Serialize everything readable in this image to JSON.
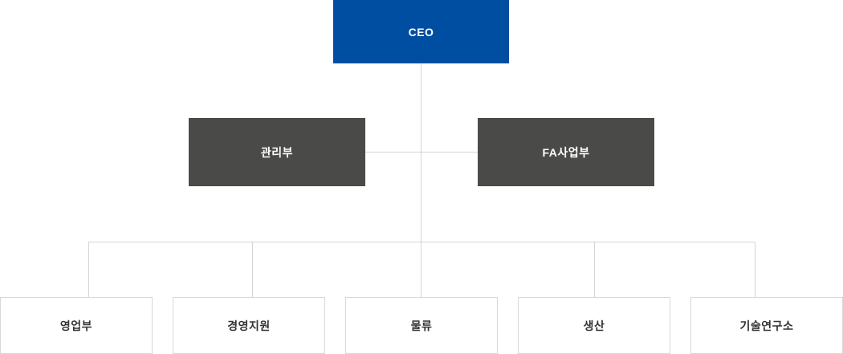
{
  "chart_data": {
    "type": "diagram",
    "title": "",
    "diagram_kind": "organization-chart",
    "nodes": [
      {
        "id": "ceo",
        "label": "CEO",
        "level": 0,
        "style": "primary"
      },
      {
        "id": "gwanribu",
        "label": "관리부",
        "level": 1,
        "style": "dark"
      },
      {
        "id": "fa",
        "label": "FA사업부",
        "level": 1,
        "style": "dark"
      },
      {
        "id": "sales",
        "label": "영업부",
        "level": 2,
        "style": "outline"
      },
      {
        "id": "mgmt-support",
        "label": "경영지원",
        "level": 2,
        "style": "outline"
      },
      {
        "id": "logistics",
        "label": "물류",
        "level": 2,
        "style": "outline"
      },
      {
        "id": "production",
        "label": "생산",
        "level": 2,
        "style": "outline"
      },
      {
        "id": "rnd",
        "label": "기술연구소",
        "level": 2,
        "style": "outline"
      }
    ],
    "edges": [
      {
        "from": "ceo",
        "to": "gwanribu"
      },
      {
        "from": "ceo",
        "to": "fa"
      },
      {
        "from": "ceo",
        "to": "sales"
      },
      {
        "from": "ceo",
        "to": "mgmt-support"
      },
      {
        "from": "ceo",
        "to": "logistics"
      },
      {
        "from": "ceo",
        "to": "production"
      },
      {
        "from": "ceo",
        "to": "rnd"
      }
    ],
    "colors": {
      "primary": "#004ea2",
      "dark": "#4a4a48",
      "outline_border": "#d8d8d8",
      "connector": "#d5d5d5",
      "text_light": "#ffffff",
      "text_dark": "#333333",
      "background": "#ffffff"
    }
  }
}
